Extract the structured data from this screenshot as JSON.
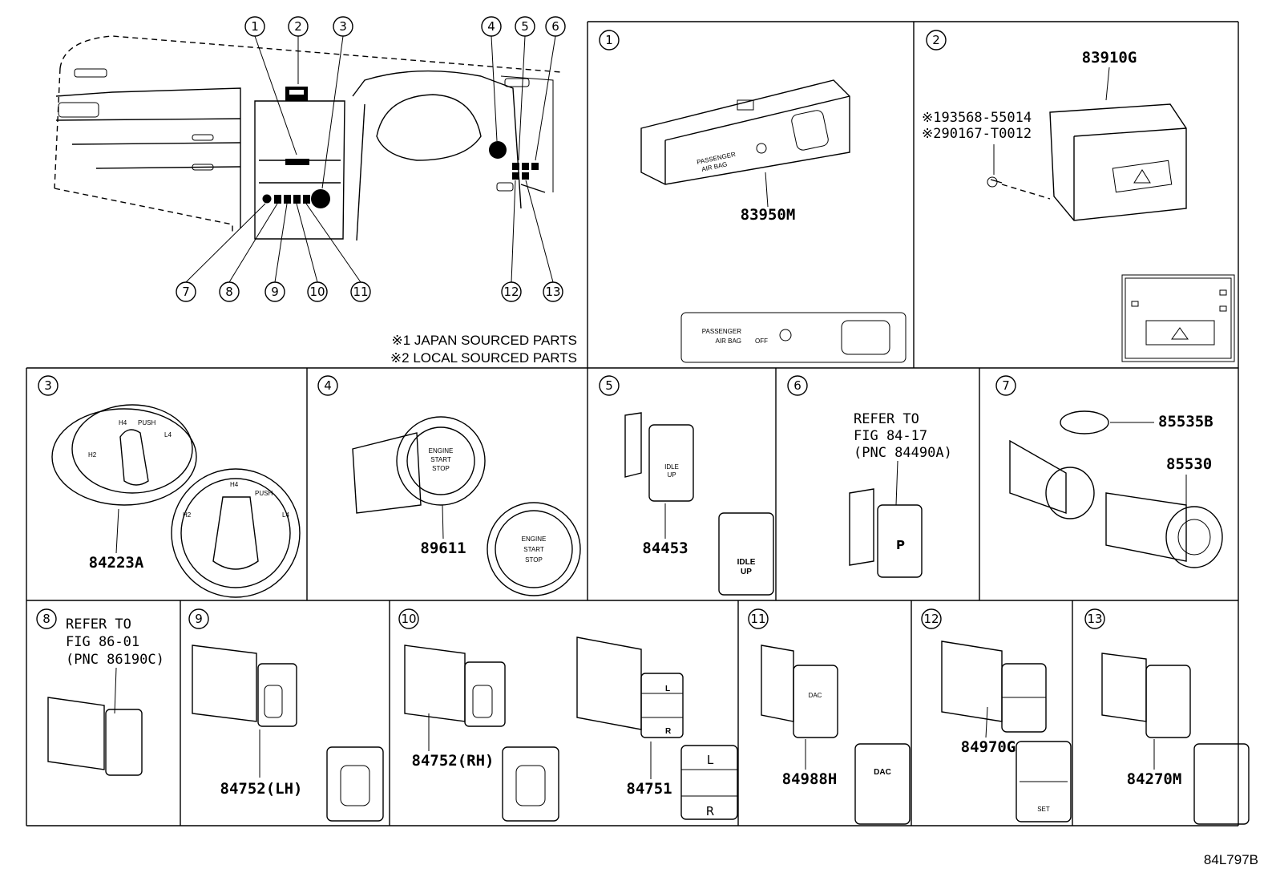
{
  "overview": {
    "callouts": [
      "1",
      "2",
      "3",
      "4",
      "5",
      "6",
      "7",
      "8",
      "9",
      "10",
      "11",
      "12",
      "13"
    ],
    "notes": [
      "※1 JAPAN SOURCED PARTS",
      "※2 LOCAL SOURCED PARTS"
    ]
  },
  "panels": [
    {
      "num": "1",
      "parts": [
        "83950M"
      ],
      "face_labels": [
        "PASSENGER",
        "AIR BAG",
        "OFF"
      ]
    },
    {
      "num": "2",
      "parts": [
        "83910G"
      ],
      "refs": [
        "※193568-55014",
        "※290167-T0012"
      ]
    },
    {
      "num": "3",
      "parts": [
        "84223A"
      ],
      "face_labels": [
        "H4",
        "PUSH",
        "L4",
        "H2"
      ]
    },
    {
      "num": "4",
      "parts": [
        "89611"
      ],
      "face_labels": [
        "ENGINE",
        "START",
        "STOP"
      ]
    },
    {
      "num": "5",
      "parts": [
        "84453"
      ],
      "face_labels": [
        "IDLE",
        "UP"
      ]
    },
    {
      "num": "6",
      "refer": [
        "REFER TO",
        "FIG 84-17",
        "(PNC 84490A)"
      ]
    },
    {
      "num": "7",
      "parts": [
        "85535B",
        "85530"
      ]
    },
    {
      "num": "8",
      "refer": [
        "REFER TO",
        "FIG 86-01",
        "(PNC 86190C)"
      ]
    },
    {
      "num": "9",
      "parts": [
        "84752(LH)"
      ]
    },
    {
      "num": "10",
      "parts": [
        "84752(RH)",
        "84751"
      ],
      "face_labels": [
        "L",
        "R"
      ]
    },
    {
      "num": "11",
      "parts": [
        "84988H"
      ],
      "face_labels": [
        "DAC"
      ]
    },
    {
      "num": "12",
      "parts": [
        "84970G"
      ],
      "face_labels": [
        "SET"
      ]
    },
    {
      "num": "13",
      "parts": [
        "84270M"
      ]
    }
  ],
  "footer": {
    "code": "84L797B"
  }
}
